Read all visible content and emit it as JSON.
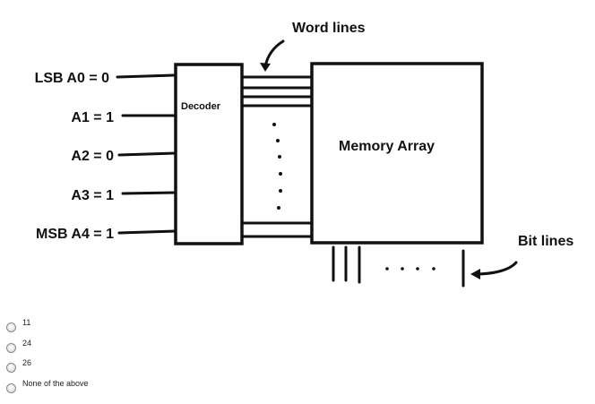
{
  "diagram": {
    "word_lines_label": "Word lines",
    "decoder_label": "Decoder",
    "memory_label": "Memory Array",
    "bit_lines_label": "Bit lines",
    "inputs": [
      "LSB A0 = 0",
      "A1 = 1",
      "A2 = 0",
      "A3 = 1",
      "MSB A4 = 1"
    ]
  },
  "options": [
    "11",
    "24",
    "26",
    "None of the above"
  ]
}
